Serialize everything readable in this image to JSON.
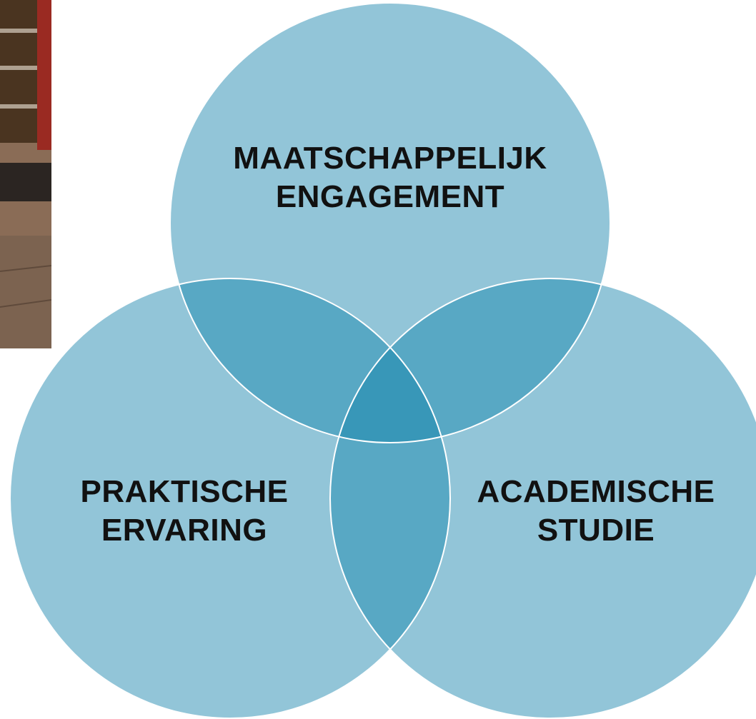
{
  "diagram": {
    "colors": {
      "circle_fill": "#92c5d8",
      "pair_overlap_fill": "#58a8c4",
      "center_overlap_fill": "#3897b8",
      "outline": "#ffffff"
    },
    "photo_fragment": {
      "icon": "shop-interior-photo",
      "colors": {
        "wall": "#9a2a22",
        "shelves": "#4a3420",
        "floor": "#8a6c56",
        "mat": "#2b2522",
        "pavement": "#7c6350"
      }
    },
    "circles": [
      {
        "id": "top",
        "lines": [
          "MAATSCHAPPELIJK",
          "ENGAGEMENT"
        ]
      },
      {
        "id": "left",
        "lines": [
          "PRAKTISCHE",
          "ERVARING"
        ]
      },
      {
        "id": "right",
        "lines": [
          "ACADEMISCHE",
          "STUDIE"
        ]
      }
    ]
  }
}
